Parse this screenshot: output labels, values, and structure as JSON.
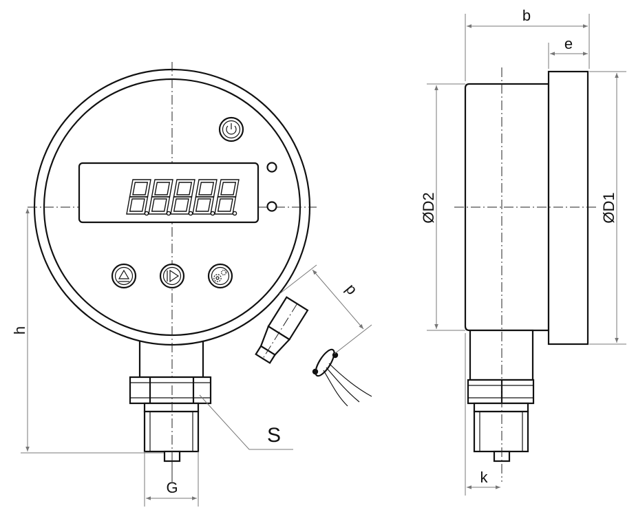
{
  "labels": {
    "b": "b",
    "e": "e",
    "d1": "ØD1",
    "d2": "ØD2",
    "h": "h",
    "p": "p",
    "s": "S",
    "g": "G",
    "k": "k"
  },
  "icons": {
    "power": "power-icon",
    "up": "up-triangle-icon",
    "play": "play-icon",
    "settings": "gears-icon"
  }
}
